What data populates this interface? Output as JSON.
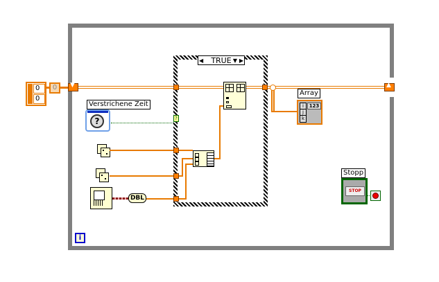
{
  "diagram": {
    "case_selector": {
      "value": "TRUE",
      "prev_glyph": "◀",
      "next_glyph": "▶",
      "dropdown_glyph": "▼"
    },
    "constants": {
      "array_values": [
        "0",
        "0"
      ],
      "init_value": "0"
    },
    "elapsed_time": {
      "label": "Verstrichene Zeit",
      "icon": "stopwatch-icon",
      "question_glyph": "?"
    },
    "dice": [
      {
        "icon": "random-number-icon"
      },
      {
        "icon": "random-number-icon"
      }
    ],
    "timestamp": {
      "icon": "get-date-time-icon",
      "convert_label": "DBL"
    },
    "array_indicator": {
      "label": "Array",
      "indices": [
        "i",
        "j",
        "k"
      ],
      "display": "123"
    },
    "stop_button": {
      "label": "Stopp",
      "button_text": "STOP"
    },
    "iteration_terminal": {
      "glyph": "i"
    },
    "colors": {
      "wire": "#e87a00",
      "tunnel": "#ff7f00",
      "loop": "#808080",
      "boolean": "#006600",
      "index": "#0000cc"
    }
  }
}
